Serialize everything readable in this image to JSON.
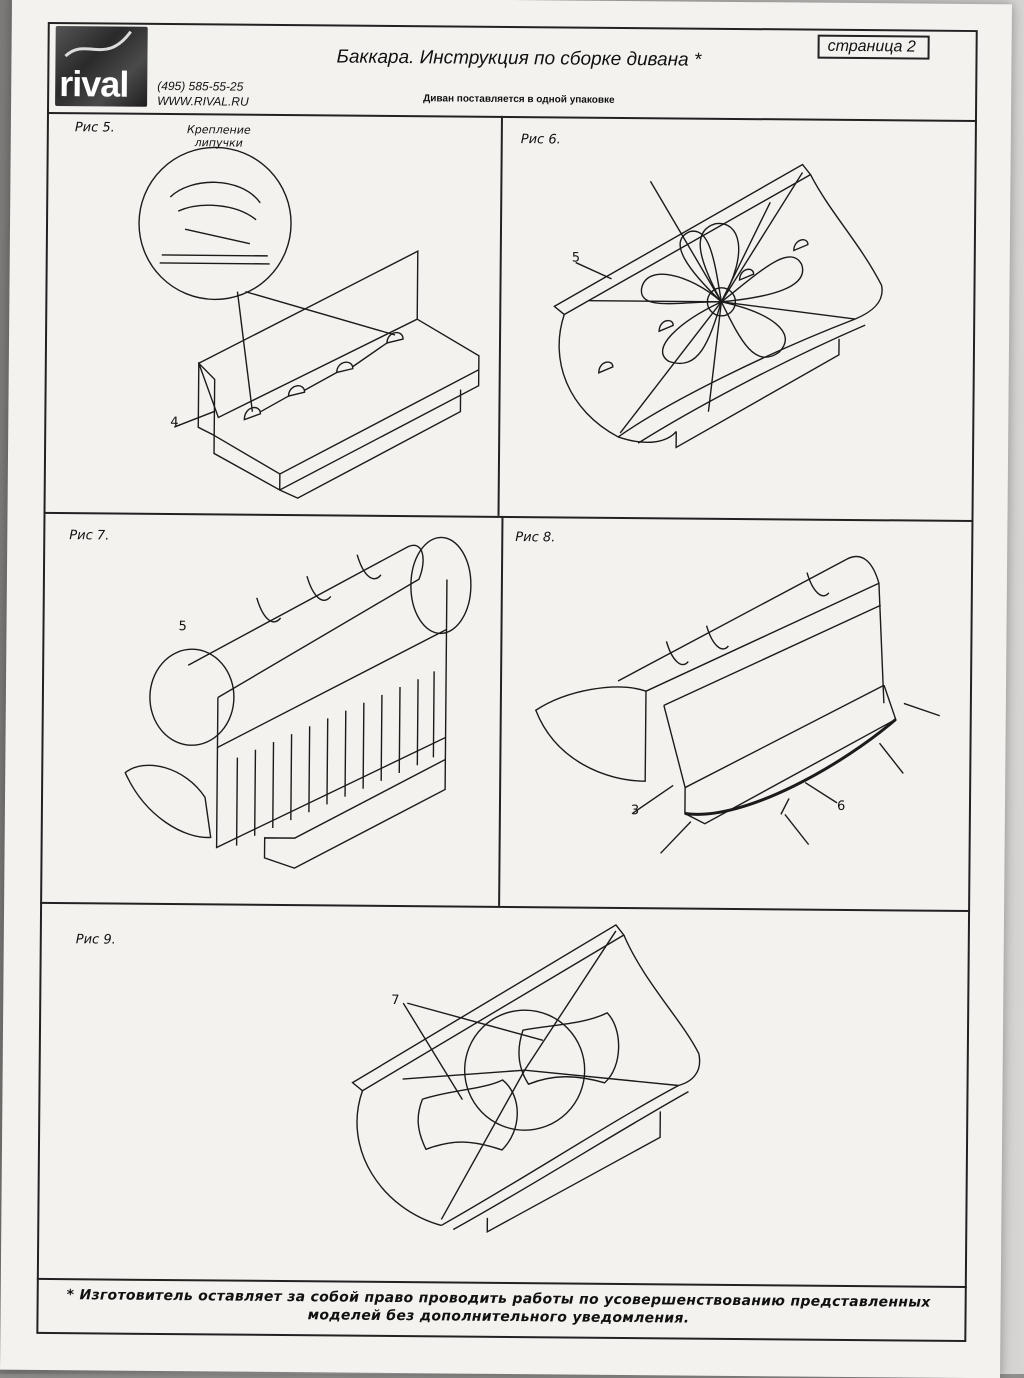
{
  "header": {
    "logo_text": "rival",
    "phone": "(495) 585-55-25",
    "website": "WWW.RIVAL.RU",
    "title": "Баккара. Инструкция по сборке дивана *",
    "subtitle": "Диван поставляется в одной упаковке",
    "page_label": "страница 2"
  },
  "figures": {
    "fig5": {
      "label": "Рис 5.",
      "callout": "Крепление липучки",
      "part_number": "4"
    },
    "fig6": {
      "label": "Рис 6.",
      "part_number": "5"
    },
    "fig7": {
      "label": "Рис 7.",
      "part_number": "5"
    },
    "fig8": {
      "label": "Рис 8.",
      "part_number_a": "3",
      "part_number_b": "6"
    },
    "fig9": {
      "label": "Рис 9.",
      "part_number": "7"
    }
  },
  "footer": {
    "note": "* Изготовитель оставляет за собой право проводить работы по усовершенствованию представленных моделей без дополнительного уведомления."
  }
}
